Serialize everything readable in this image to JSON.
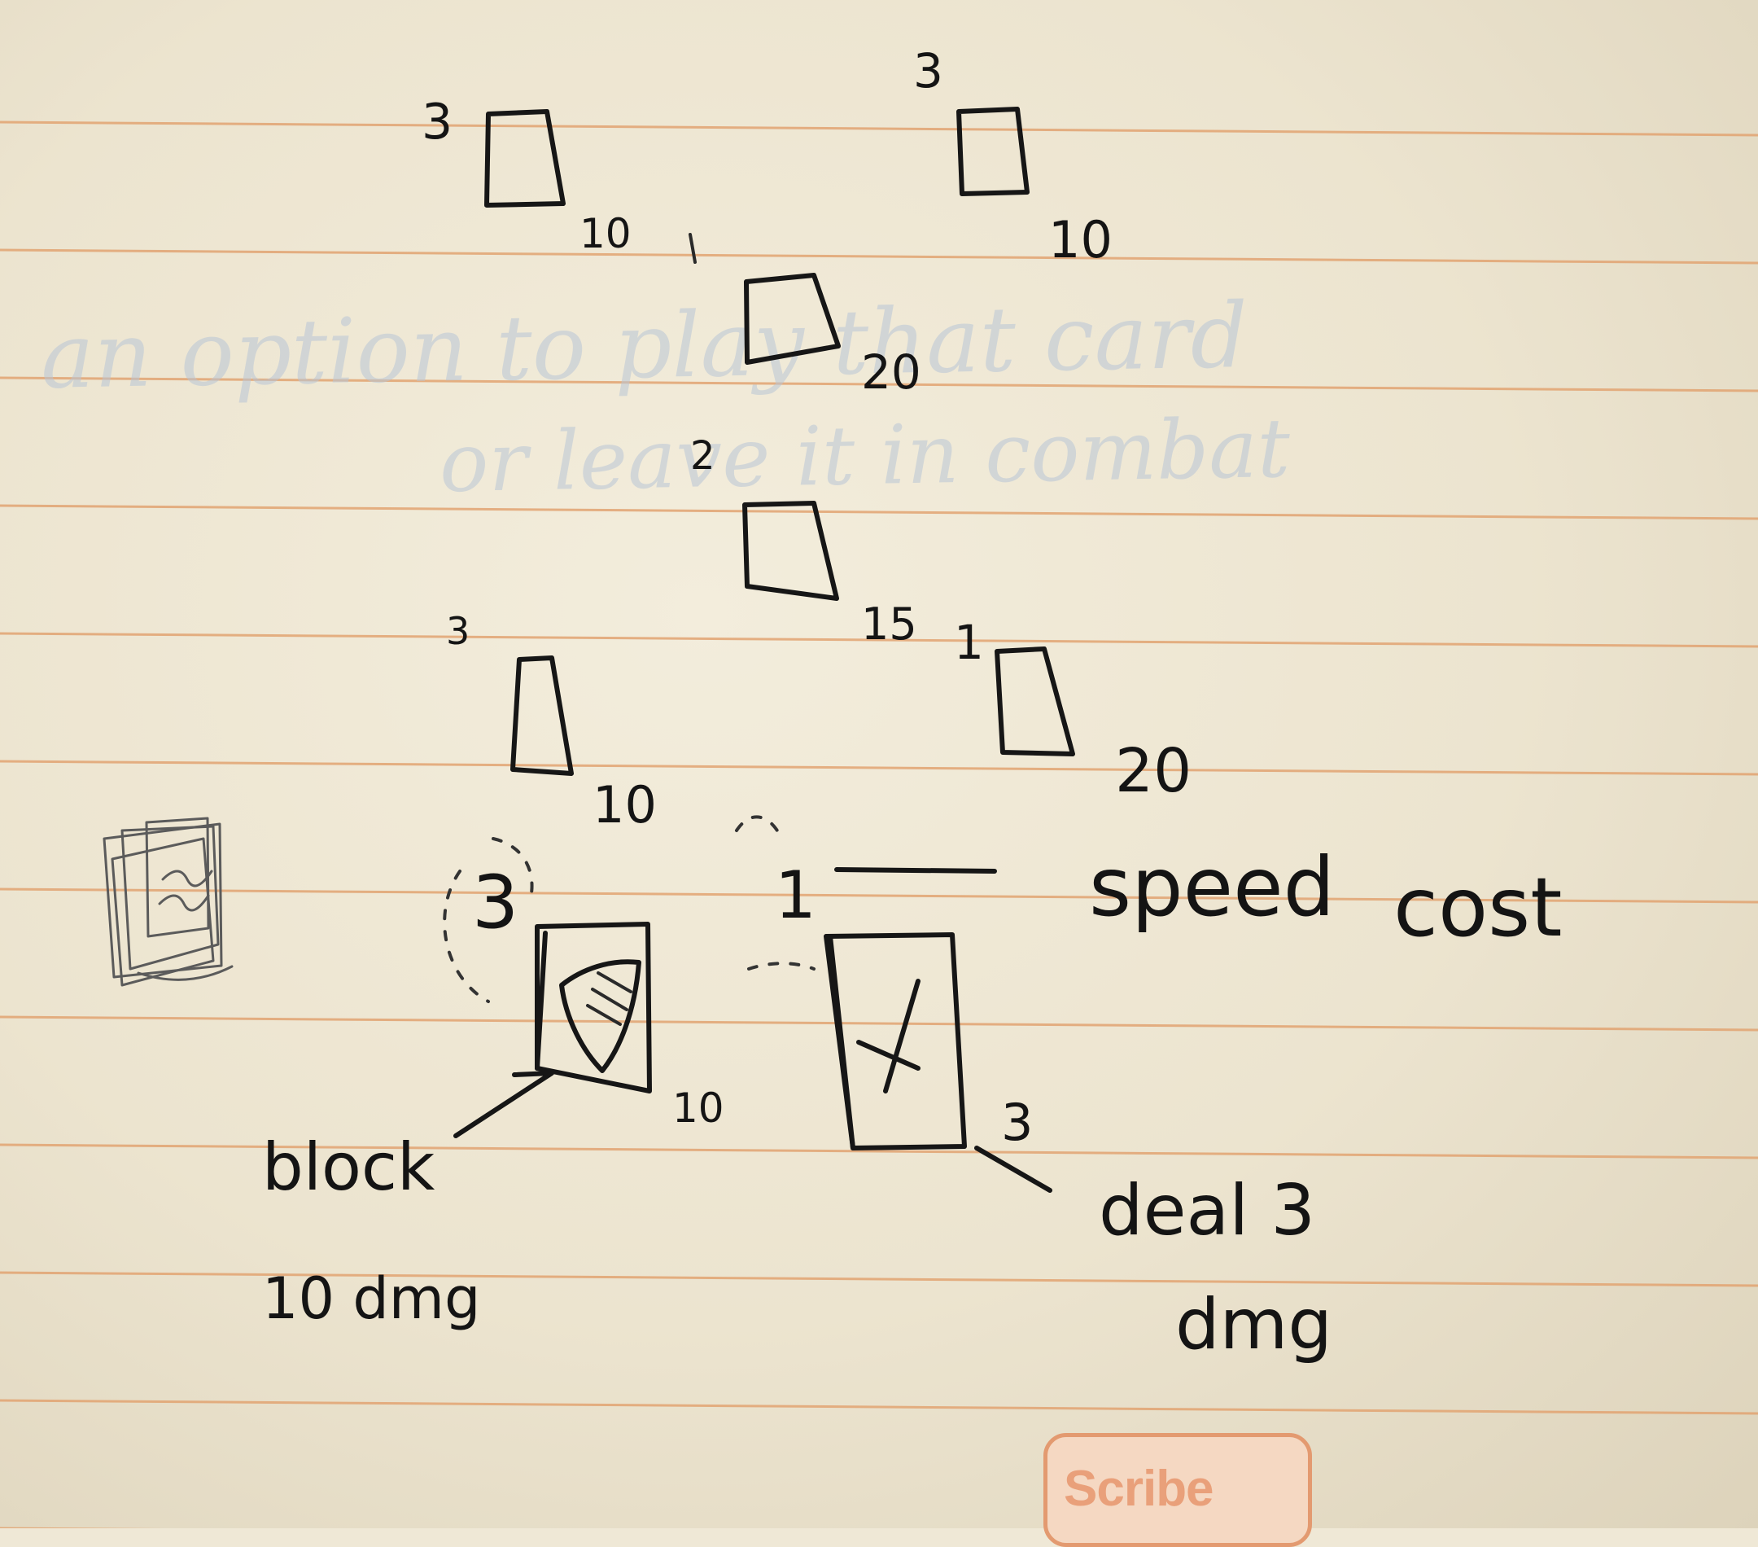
{
  "card_tree": [
    {
      "cost": "3",
      "speed": "10"
    },
    {
      "cost": "3",
      "speed": "10"
    },
    {
      "cost": "1",
      "speed": "20"
    },
    {
      "cost": "2",
      "speed": "15"
    },
    {
      "cost": "3",
      "speed": "10"
    },
    {
      "cost": "1",
      "speed": "20"
    }
  ],
  "legend": {
    "speed_label": "speed",
    "cost_label": "cost"
  },
  "block_card": {
    "cost": "3",
    "speed": "10",
    "note_line1": "block",
    "note_line2": "10 dmg"
  },
  "attack_card": {
    "cost": "1",
    "speed": "3",
    "note_line1": "deal 3",
    "note_line2": "dmg"
  },
  "bleed_through": {
    "line1": "an option to play that card",
    "line2": "or leave it in combat"
  },
  "logo_text": "Scribe",
  "colors": {
    "paper": "#efe8d6",
    "ruled_line": "#e2a472",
    "ink": "#161616",
    "logo": "#e39a70"
  }
}
